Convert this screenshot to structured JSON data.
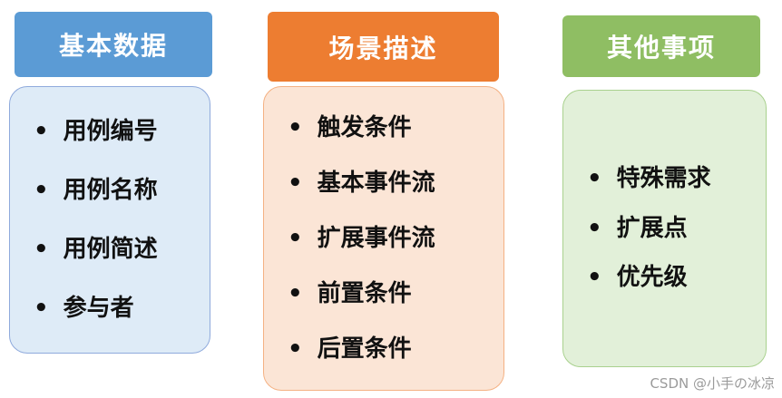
{
  "columns": [
    {
      "header": "基本数据",
      "header_color": "#5B9BD5",
      "body_bg": "#DEEBF7",
      "border_color": "#8FAADC",
      "items": [
        "用例编号",
        "用例名称",
        "用例简述",
        "参与者"
      ]
    },
    {
      "header": "场景描述",
      "header_color": "#ED7D31",
      "body_bg": "#FBE5D6",
      "border_color": "#F4B183",
      "items": [
        "触发条件",
        "基本事件流",
        "扩展事件流",
        "前置条件",
        "后置条件"
      ]
    },
    {
      "header": "其他事项",
      "header_color": "#8FBE63",
      "body_bg": "#E2F0D9",
      "border_color": "#A9D18E",
      "items": [
        "特殊需求",
        "扩展点",
        "优先级"
      ]
    }
  ],
  "watermark": "CSDN @小手の冰凉"
}
